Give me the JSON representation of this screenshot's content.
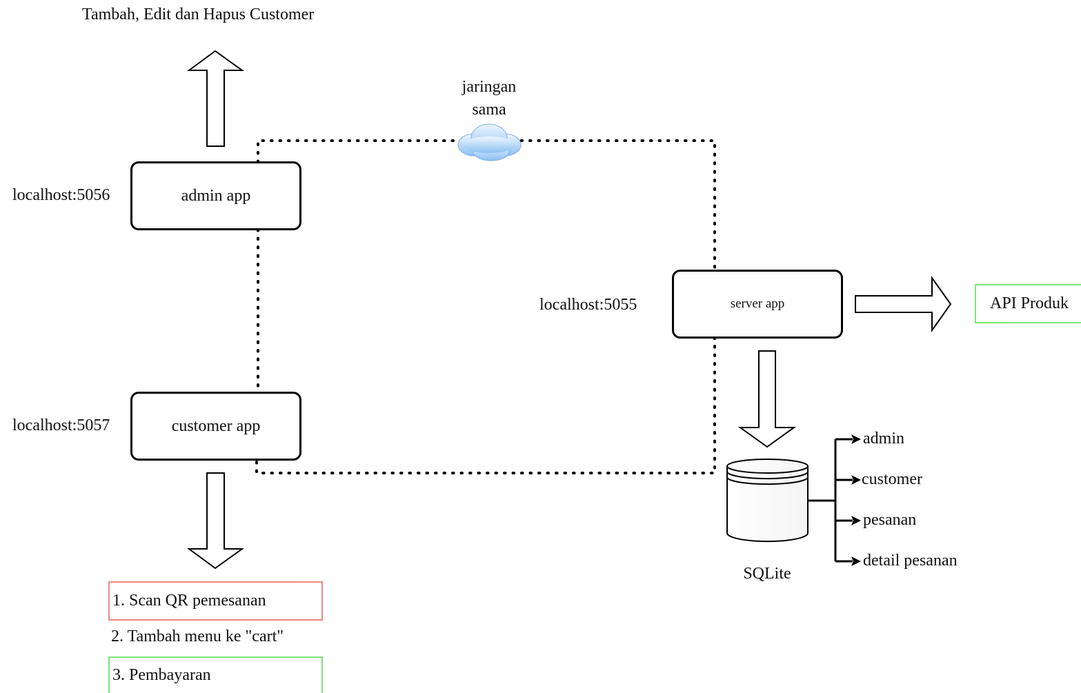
{
  "diagram": {
    "admin_action": "Tambah, Edit dan Hapus Customer",
    "network_label_line1": "jaringan",
    "network_label_line2": "sama",
    "nodes": {
      "admin": {
        "label": "admin app",
        "address": "localhost:5056"
      },
      "customer": {
        "label": "customer app",
        "address": "localhost:5057"
      },
      "server": {
        "label": "server app",
        "address": "localhost:5055"
      }
    },
    "api": {
      "label": "API Produk"
    },
    "database": {
      "label": "SQLite",
      "tables": [
        "admin",
        "customer",
        "pesanan",
        "detail pesanan"
      ]
    },
    "customer_steps": [
      "1. Scan QR pemesanan",
      "2. Tambah menu ke \"cart\"",
      "3. Pembayaran"
    ]
  },
  "colors": {
    "line": "#000000",
    "text": "#111111",
    "cloud_light": "#e6f2ff",
    "cloud_dark": "#7fb8f0",
    "step1_border": "#f08a80",
    "step3_border": "#7ee37e",
    "api_border": "#7ee37e"
  },
  "icons": {
    "network": "cloud-icon",
    "database": "database-cylinder-icon"
  }
}
